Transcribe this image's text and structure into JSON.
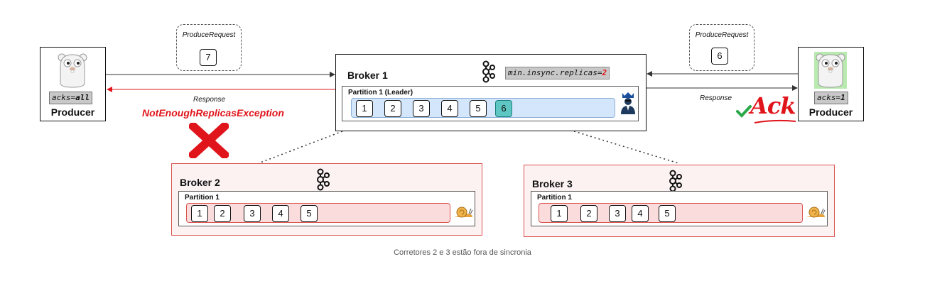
{
  "producer_left": {
    "label": "Producer",
    "acks_key": "acks=",
    "acks_value": "all"
  },
  "producer_right": {
    "label": "Producer",
    "acks_key": "acks=",
    "acks_value": "1"
  },
  "request_left": {
    "title": "ProduceRequest",
    "message": "7"
  },
  "request_right": {
    "title": "ProduceRequest",
    "message": "6"
  },
  "response_left": {
    "label": "Response",
    "error": "NotEnoughReplicasException"
  },
  "response_right": {
    "label": "Response",
    "ack": "Ack"
  },
  "broker1": {
    "title": "Broker 1",
    "config_key": "min.insync.replicas=",
    "config_value": "2",
    "partition_title": "Partition 1 (Leader)",
    "messages": [
      "1",
      "2",
      "3",
      "4",
      "5",
      "6"
    ]
  },
  "broker2": {
    "title": "Broker 2",
    "partition_title": "Partition 1",
    "messages": [
      "1",
      "2",
      "3",
      "4",
      "5"
    ]
  },
  "broker3": {
    "title": "Broker 3",
    "partition_title": "Partition 1",
    "messages": [
      "1",
      "2",
      "3",
      "4",
      "5"
    ]
  },
  "caption": "Corretores 2 e 3 estão fora de sincronia",
  "colors": {
    "error": "#e0151b",
    "leader_track": "#d4e6fb",
    "follower_track": "#fbdcdc",
    "follower_border": "#d9534f",
    "highlight": "#5fc7c3"
  },
  "icons": [
    "gopher-icon",
    "kafka-icon",
    "leader-icon",
    "snail-icon",
    "red-x-icon",
    "checkmark-icon"
  ]
}
